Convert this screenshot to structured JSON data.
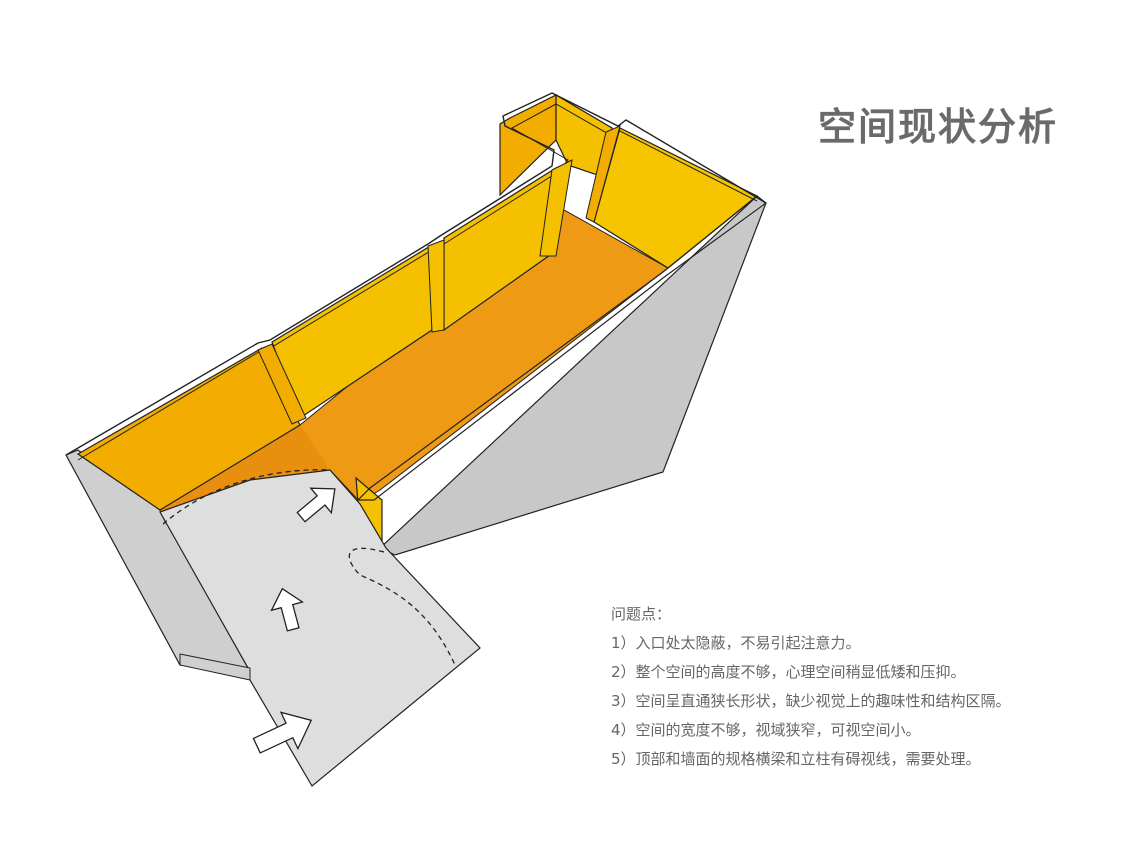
{
  "title": "空间现状分析",
  "notes": {
    "heading": "问题点：",
    "items": [
      "1）入口处太隐蔽，不易引起注意力。",
      "2）整个空间的高度不够，心理空间稍显低矮和压抑。",
      "3）空间呈直通狭长形状，缺少视觉上的趣味性和结构区隔。",
      "4）空间的宽度不够，视域狭窄，可视空间小。",
      "5）顶部和墙面的规格横梁和立柱有碍视线，需要处理。"
    ]
  },
  "colors": {
    "wall_yellow": "#f5c000",
    "wall_dark_yellow": "#f0a800",
    "floor_orange": "#ee9a14",
    "outer_gray": "#c8c8c8",
    "entry_floor_gray": "#dedede",
    "title_gray": "#6a6a6a",
    "text_gray": "#666666"
  },
  "icons": [
    "entry-arrow-icon",
    "entry-arrow-icon",
    "entry-arrow-icon"
  ]
}
